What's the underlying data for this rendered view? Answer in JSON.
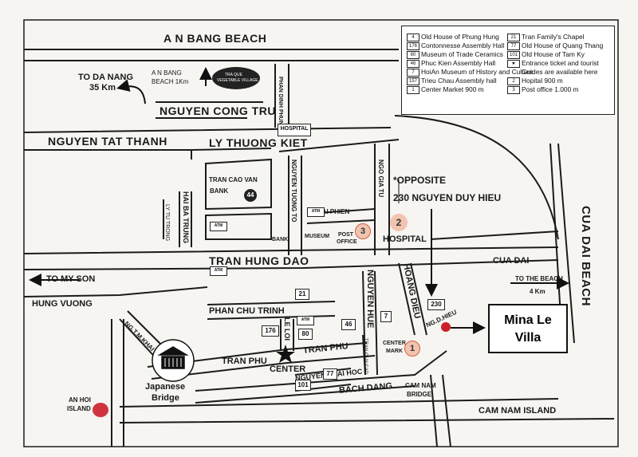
{
  "legend": [
    {
      "code": "4",
      "text": "Old House of Phung Hung"
    },
    {
      "code": "176",
      "text": "Contonnesse Assembly Hall"
    },
    {
      "code": "80",
      "text": "Museum of Trade Ceramics"
    },
    {
      "code": "46",
      "text": "Phuc Kien Assembly Hall"
    },
    {
      "code": "7",
      "text": "HoiAn Museum of History and Culture"
    },
    {
      "code": "157",
      "text": "Trieu Chau Assembly hall"
    },
    {
      "code": "1",
      "text": "Center Market 900 m"
    },
    {
      "code": "21",
      "text": "Tran Family's Chapel"
    },
    {
      "code": "77",
      "text": "Old House of Quang Thang"
    },
    {
      "code": "101",
      "text": "Old House of Tam Ky"
    },
    {
      "code": "★",
      "text": "Entrance ticket and tourist"
    },
    {
      "code": "",
      "text": "Guides are available here"
    },
    {
      "code": "2",
      "text": "Hopital 900 m"
    },
    {
      "code": "3",
      "text": "Post office 1.000 m"
    }
  ],
  "streets": {
    "an_bang_beach": "A N BANG BEACH",
    "an_bang_beach_1km": "A N BANG",
    "an_bang_beach_1km_b": "BEACH 1Km",
    "to_da_nang": "TO DA NANG",
    "to_da_nang_km": "35 Km",
    "nguyen_cong_tru": "NGUYEN CONG TRU",
    "nguyen_tat_thanh": "NGUYEN TAT THANH",
    "ly_thuong_kiet": "LY THUONG KIET",
    "phan_dinh_phung": "PHAN DINH PHUNG",
    "nguyen_tuong_to": "NGUYEN TUONG TO",
    "ngo_gia_tu": "NGO GIA TU",
    "hai_ba_trung": "HAI BA TRUNG",
    "tran_cao_van": "TRAN CAO VAN",
    "thai_phien": "THAI PHIEN",
    "tran_hung_dao": "TRAN HUNG DAO",
    "cua_dai": "CUA DAI",
    "to_my_son": "TO MY SON",
    "hung_vuong": "HUNG VUONG",
    "phan_chu_trinh": "PHAN CHU TRINH",
    "le_loi": "LE LOI",
    "nguyen_hue": "NGUYEN HUE",
    "hoang_dieu": "HOANG DIEU",
    "ng_d_hieu": "NG.D.HIEU",
    "ng_t_m_khai": "NG.T.M.KHAI",
    "tran_phu_left": "TRAN PHU",
    "tran_phu_right": "TRAN PHU",
    "center": "CENTER",
    "nguyen_thai_hoc": "NGUYEN THAI HOC",
    "tran_quy_cap": "TRAN QUY CAP",
    "bach_dang": "BACH DANG",
    "cam_nam_bridge": "CAM NAM",
    "cam_nam_bridge_b": "BRIDGE",
    "cam_nam_island": "CAM NAM ISLAND",
    "an_hoi_island": "AN HOI",
    "an_hoi_island_b": "ISLAND",
    "japanese_bridge": "Japanese",
    "japanese_bridge_b": "Bridge",
    "cua_dai_beach": "CUA DAI BEACH",
    "to_the_beach": "TO THE BEACH",
    "to_the_beach_km": "4 Km",
    "tra_que": "TRA QUE",
    "tra_que_b": "VEGETABLE VILLAGE",
    "ly_tu_trong": "LY TU TRONG"
  },
  "pois": {
    "hospital_top": "HOSPITAL",
    "hospital_main": "HOSPITAL",
    "bank_tcv": "BANK",
    "museum": "MUSEUM",
    "post_office": "POST",
    "post_office_b": "OFFICE",
    "bank_small": "BANK",
    "center_mark": "CENTER",
    "center_mark_b": "MARK",
    "atm": "ATM"
  },
  "codes": {
    "c44": "44",
    "c21": "21",
    "c230": "230",
    "c7": "7",
    "c46": "46",
    "c80": "80",
    "c176": "176",
    "c77": "77",
    "c101": "101",
    "n1": "1",
    "n2": "2",
    "n3": "3"
  },
  "note": {
    "opposite": "*OPPOSITE",
    "address": "230 NGUYEN DUY HIEU"
  },
  "villa": {
    "line1": "Mina Le",
    "line2": "Villa"
  },
  "colors": {
    "road": "#1b1b1b",
    "marker_red": "#cc1f2a",
    "circle_fill": "#f2c4b0",
    "circle_stroke": "#d06040"
  }
}
